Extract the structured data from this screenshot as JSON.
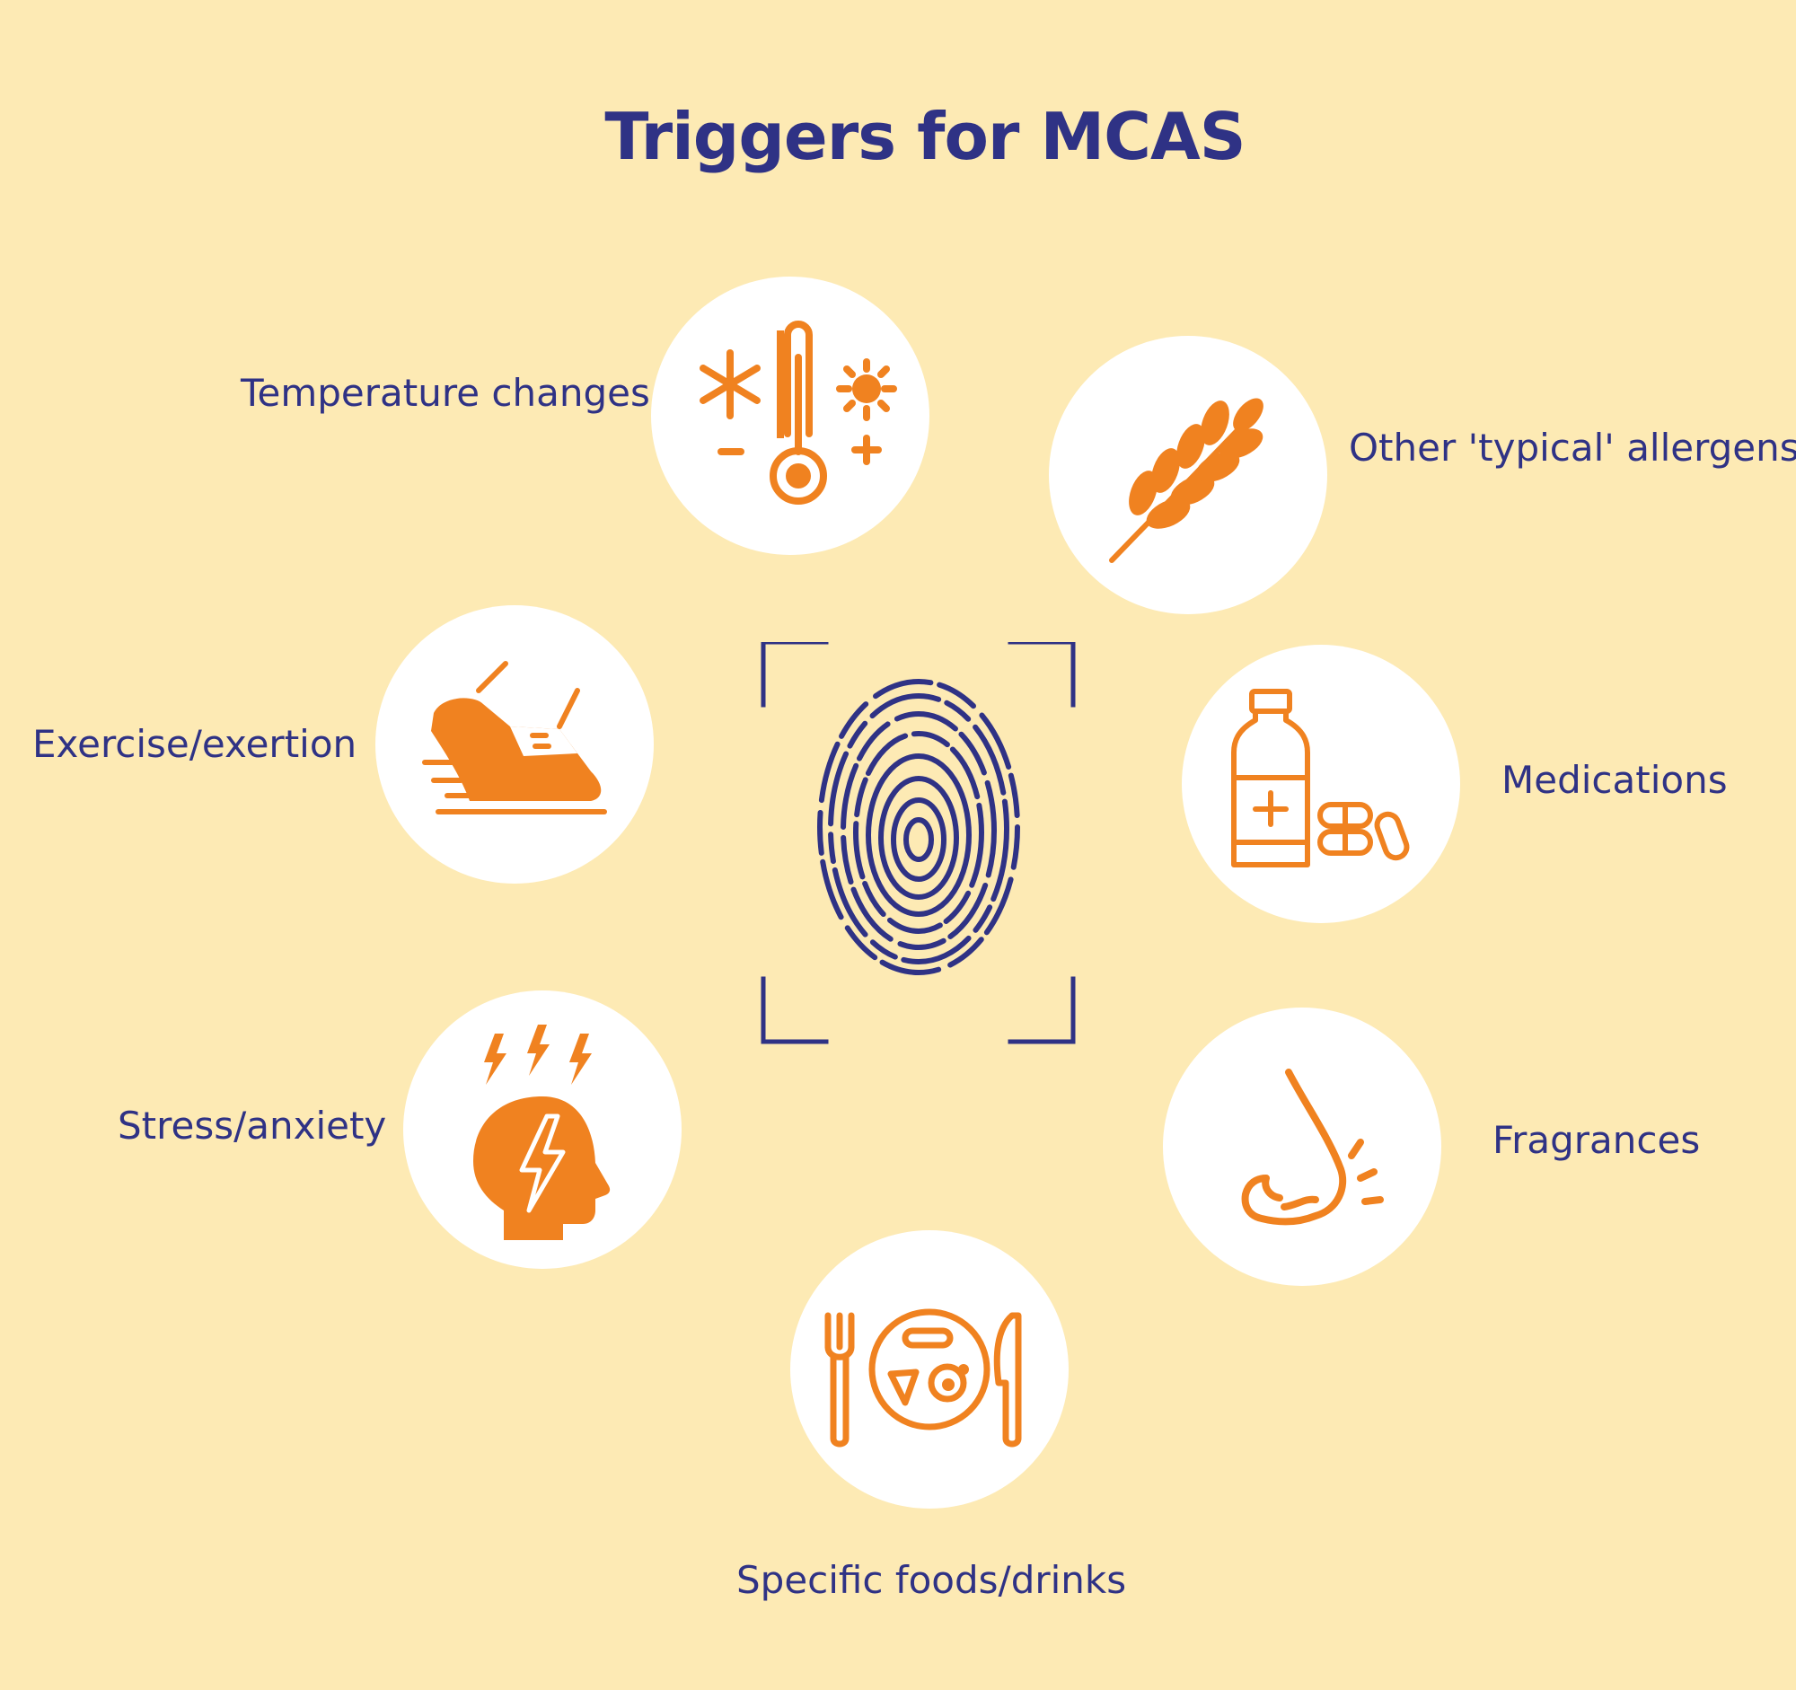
{
  "title": "Triggers for MCAS",
  "center": {
    "icon": "fingerprint-icon"
  },
  "triggers": [
    {
      "label": "Temperature changes",
      "icon": "thermometer-icon"
    },
    {
      "label": "Other 'typical' allergens",
      "icon": "wheat-icon"
    },
    {
      "label": "Exercise/exertion",
      "icon": "running-shoe-icon"
    },
    {
      "label": "Medications",
      "icon": "medicine-bottle-icon"
    },
    {
      "label": "Stress/anxiety",
      "icon": "stressed-head-icon"
    },
    {
      "label": "Fragrances",
      "icon": "nose-icon"
    },
    {
      "label": "Specific foods/drinks",
      "icon": "plate-cutlery-icon"
    }
  ],
  "colors": {
    "background": "#fdeab4",
    "accent": "#f08220",
    "text": "#2f3285",
    "circle": "#ffffff"
  }
}
